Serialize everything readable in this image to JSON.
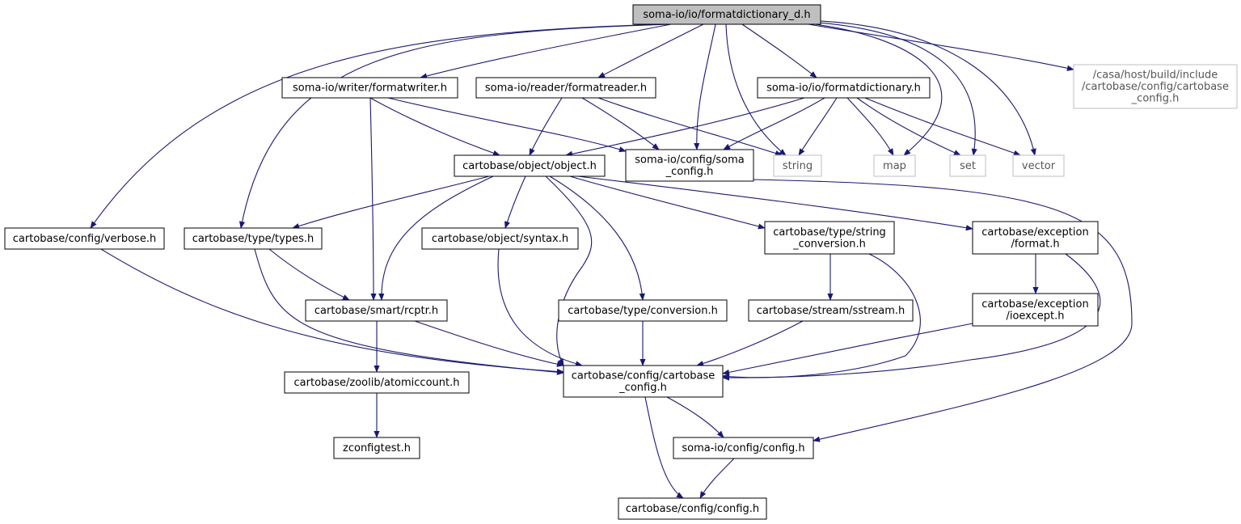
{
  "colors": {
    "edge": "#191970",
    "node_border": "#000000",
    "external_border": "#bfbfbf",
    "root_fill": "#bfbfbf",
    "background": "#ffffff"
  },
  "nodes": [
    {
      "id": "root",
      "lines": [
        "soma-io/io/formatdictionary_d.h"
      ],
      "style": "root"
    },
    {
      "id": "formatwriter",
      "lines": [
        "soma-io/writer/formatwriter.h"
      ],
      "style": "normal"
    },
    {
      "id": "formatreader",
      "lines": [
        "soma-io/reader/formatreader.h"
      ],
      "style": "normal"
    },
    {
      "id": "formatdictionary",
      "lines": [
        "soma-io/io/formatdictionary.h"
      ],
      "style": "normal"
    },
    {
      "id": "casa_config",
      "lines": [
        "/casa/host/build/include",
        "/cartobase/config/cartobase",
        "_config.h"
      ],
      "style": "external"
    },
    {
      "id": "object",
      "lines": [
        "cartobase/object/object.h"
      ],
      "style": "normal"
    },
    {
      "id": "soma_config",
      "lines": [
        "soma-io/config/soma",
        "_config.h"
      ],
      "style": "normal"
    },
    {
      "id": "string",
      "lines": [
        "string"
      ],
      "style": "external"
    },
    {
      "id": "map",
      "lines": [
        "map"
      ],
      "style": "external"
    },
    {
      "id": "set",
      "lines": [
        "set"
      ],
      "style": "external"
    },
    {
      "id": "vector",
      "lines": [
        "vector"
      ],
      "style": "external"
    },
    {
      "id": "verbose",
      "lines": [
        "cartobase/config/verbose.h"
      ],
      "style": "normal"
    },
    {
      "id": "types",
      "lines": [
        "cartobase/type/types.h"
      ],
      "style": "normal"
    },
    {
      "id": "syntax",
      "lines": [
        "cartobase/object/syntax.h"
      ],
      "style": "normal"
    },
    {
      "id": "string_conversion",
      "lines": [
        "cartobase/type/string",
        "_conversion.h"
      ],
      "style": "normal"
    },
    {
      "id": "exc_format",
      "lines": [
        "cartobase/exception",
        "/format.h"
      ],
      "style": "normal"
    },
    {
      "id": "rcptr",
      "lines": [
        "cartobase/smart/rcptr.h"
      ],
      "style": "normal"
    },
    {
      "id": "conversion",
      "lines": [
        "cartobase/type/conversion.h"
      ],
      "style": "normal"
    },
    {
      "id": "sstream",
      "lines": [
        "cartobase/stream/sstream.h"
      ],
      "style": "normal"
    },
    {
      "id": "ioexcept",
      "lines": [
        "cartobase/exception",
        "/ioexcept.h"
      ],
      "style": "normal"
    },
    {
      "id": "atomiccount",
      "lines": [
        "cartobase/zoolib/atomiccount.h"
      ],
      "style": "normal"
    },
    {
      "id": "cartobase_config",
      "lines": [
        "cartobase/config/cartobase",
        "_config.h"
      ],
      "style": "normal"
    },
    {
      "id": "zconfigtest",
      "lines": [
        "zconfigtest.h"
      ],
      "style": "normal"
    },
    {
      "id": "somaio_config",
      "lines": [
        "soma-io/config/config.h"
      ],
      "style": "normal"
    },
    {
      "id": "cb_config",
      "lines": [
        "cartobase/config/config.h"
      ],
      "style": "normal"
    }
  ],
  "edges": [
    [
      "root",
      "formatwriter"
    ],
    [
      "root",
      "formatreader"
    ],
    [
      "root",
      "formatdictionary"
    ],
    [
      "root",
      "casa_config"
    ],
    [
      "root",
      "soma_config"
    ],
    [
      "root",
      "string"
    ],
    [
      "root",
      "map"
    ],
    [
      "root",
      "set"
    ],
    [
      "root",
      "vector"
    ],
    [
      "root",
      "verbose"
    ],
    [
      "root",
      "types"
    ],
    [
      "formatwriter",
      "object"
    ],
    [
      "formatwriter",
      "soma_config"
    ],
    [
      "formatwriter",
      "rcptr"
    ],
    [
      "formatreader",
      "object"
    ],
    [
      "formatreader",
      "soma_config"
    ],
    [
      "formatreader",
      "string"
    ],
    [
      "formatdictionary",
      "object"
    ],
    [
      "formatdictionary",
      "soma_config"
    ],
    [
      "formatdictionary",
      "string"
    ],
    [
      "formatdictionary",
      "map"
    ],
    [
      "formatdictionary",
      "set"
    ],
    [
      "formatdictionary",
      "vector"
    ],
    [
      "object",
      "types"
    ],
    [
      "object",
      "rcptr"
    ],
    [
      "object",
      "syntax"
    ],
    [
      "object",
      "conversion"
    ],
    [
      "object",
      "string_conversion"
    ],
    [
      "object",
      "exc_format"
    ],
    [
      "object",
      "cartobase_config"
    ],
    [
      "soma_config",
      "somaio_config"
    ],
    [
      "verbose",
      "cartobase_config"
    ],
    [
      "types",
      "rcptr"
    ],
    [
      "types",
      "cartobase_config"
    ],
    [
      "syntax",
      "cartobase_config"
    ],
    [
      "string_conversion",
      "sstream"
    ],
    [
      "string_conversion",
      "cartobase_config"
    ],
    [
      "exc_format",
      "ioexcept"
    ],
    [
      "exc_format",
      "cartobase_config"
    ],
    [
      "rcptr",
      "atomiccount"
    ],
    [
      "rcptr",
      "cartobase_config"
    ],
    [
      "conversion",
      "cartobase_config"
    ],
    [
      "sstream",
      "cartobase_config"
    ],
    [
      "ioexcept",
      "cartobase_config"
    ],
    [
      "atomiccount",
      "zconfigtest"
    ],
    [
      "cartobase_config",
      "somaio_config"
    ],
    [
      "cartobase_config",
      "cb_config"
    ],
    [
      "somaio_config",
      "cb_config"
    ]
  ]
}
